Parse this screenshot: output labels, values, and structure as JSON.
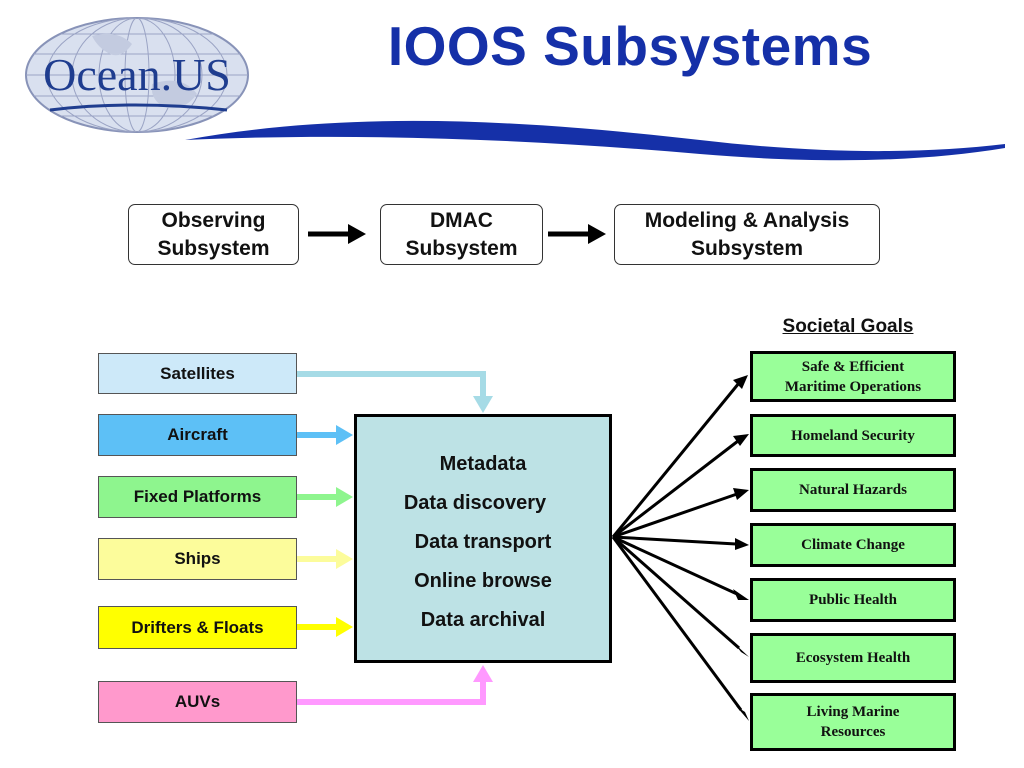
{
  "header": {
    "title": "IOOS Subsystems",
    "logo_text": "Ocean.US",
    "logo_colors": {
      "text": "#1f3d8f",
      "globe": "#d9e0ef",
      "grid": "#8893b8"
    },
    "swoosh_color": "#1530a8",
    "title_color": "#1530a8"
  },
  "subsystems": [
    {
      "line1": "Observing",
      "line2": "Subsystem"
    },
    {
      "line1": "DMAC",
      "line2": "Subsystem"
    },
    {
      "line1": "Modeling & Analysis",
      "line2": "Subsystem"
    }
  ],
  "sources": [
    {
      "label": "Satellites",
      "color": "#cde9f9",
      "arrow_color": "#a6dbe6"
    },
    {
      "label": "Aircraft",
      "color": "#5dc0f6",
      "arrow_color": "#5dc0f6"
    },
    {
      "label": "Fixed Platforms",
      "color": "#8ef58e",
      "arrow_color": "#8ef58e"
    },
    {
      "label": "Ships",
      "color": "#fcfc9b",
      "arrow_color": "#fcfc9b"
    },
    {
      "label": "Drifters & Floats",
      "color": "#ffff00",
      "arrow_color": "#ffff00"
    },
    {
      "label": "AUVs",
      "color": "#ff99cc",
      "arrow_color": "#ff99ff"
    }
  ],
  "dmac": {
    "items": [
      "Metadata",
      "Data discovery",
      "Data transport",
      "Online browse",
      "Data archival"
    ],
    "fill": "#bde2e5"
  },
  "goals": {
    "heading": "Societal Goals",
    "fill": "#99ff99",
    "items": [
      {
        "line1": "Safe & Efficient",
        "line2": "Maritime Operations"
      },
      {
        "line1": "Homeland Security",
        "line2": ""
      },
      {
        "line1": "Natural Hazards",
        "line2": ""
      },
      {
        "line1": "Climate Change",
        "line2": ""
      },
      {
        "line1": "Public Health",
        "line2": ""
      },
      {
        "line1": "Ecosystem Health",
        "line2": ""
      },
      {
        "line1": "Living Marine",
        "line2": "Resources"
      }
    ]
  }
}
